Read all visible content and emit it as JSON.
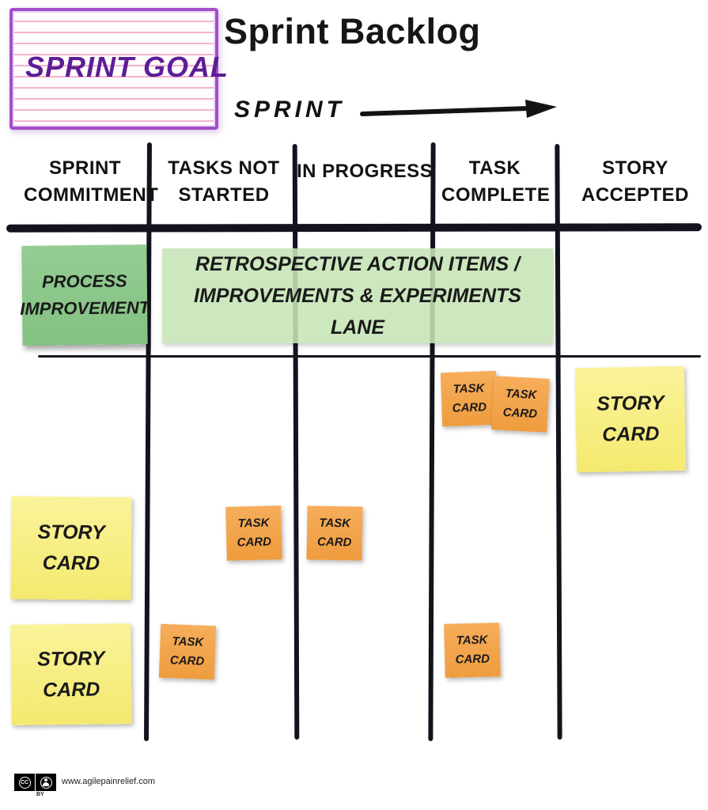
{
  "page": {
    "title": "Sprint Backlog"
  },
  "sprint_goal": {
    "label": "SPRINT GOAL"
  },
  "sprint": {
    "label": "SPRINT"
  },
  "columns": [
    {
      "label": "SPRINT COMMITMENT"
    },
    {
      "label": "TASKS NOT STARTED"
    },
    {
      "label": "IN PROGRESS"
    },
    {
      "label": "TASK COMPLETE"
    },
    {
      "label": "STORY ACCEPTED"
    }
  ],
  "improvement_lane": {
    "process_note": "PROCESS IMPROVEMENT",
    "retrospective_note": "RETROSPECTIVE ACTION ITEMS / IMPROVEMENTS & EXPERIMENTS LANE"
  },
  "cards": [
    {
      "column": "TASK COMPLETE",
      "type": "task",
      "label": "TASK CARD"
    },
    {
      "column": "TASK COMPLETE",
      "type": "task",
      "label": "TASK CARD"
    },
    {
      "column": "STORY ACCEPTED",
      "type": "story",
      "label": "STORY CARD"
    },
    {
      "column": "SPRINT COMMITMENT",
      "type": "story",
      "label": "STORY CARD"
    },
    {
      "column": "TASKS NOT STARTED",
      "type": "task",
      "label": "TASK CARD"
    },
    {
      "column": "IN PROGRESS",
      "type": "task",
      "label": "TASK CARD"
    },
    {
      "column": "SPRINT COMMITMENT",
      "type": "story",
      "label": "STORY CARD"
    },
    {
      "column": "TASKS NOT STARTED",
      "type": "task",
      "label": "TASK CARD"
    },
    {
      "column": "TASK COMPLETE",
      "type": "task",
      "label": "TASK CARD"
    }
  ],
  "footer": {
    "license_cc": "CC",
    "license_by": "BY",
    "url": "www.agilepainrelief.com"
  },
  "colors": {
    "task_card": "#F2A24C",
    "story_card": "#F7EE85",
    "process_note": "#8CC88C",
    "lane_note": "#C8E4B6",
    "board_line": "#13131E",
    "goal_card_border": "#A34FC9",
    "goal_text": "#5E1D96"
  }
}
